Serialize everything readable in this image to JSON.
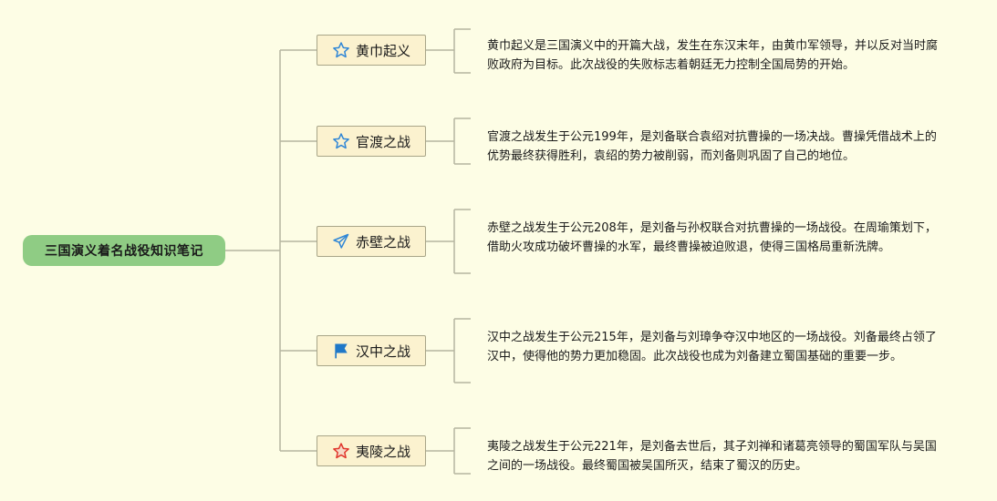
{
  "root": {
    "title": "三国演义着名战役知识笔记"
  },
  "branches": [
    {
      "label": "黄巾起义",
      "icon": "star-outline-icon",
      "text": "黄巾起义是三国演义中的开篇大战，发生在东汉末年，由黄巾军领导，并以反对当时腐败政府为目标。此次战役的失败标志着朝廷无力控制全国局势的开始。"
    },
    {
      "label": "官渡之战",
      "icon": "star-outline-icon",
      "text": "官渡之战发生于公元199年，是刘备联合袁绍对抗曹操的一场决战。曹操凭借战术上的优势最终获得胜利，袁绍的势力被削弱，而刘备则巩固了自己的地位。"
    },
    {
      "label": "赤壁之战",
      "icon": "paper-plane-icon",
      "text": "赤壁之战发生于公元208年，是刘备与孙权联合对抗曹操的一场战役。在周瑜策划下，借助火攻成功破坏曹操的水军，最终曹操被迫败退，使得三国格局重新洗牌。"
    },
    {
      "label": "汉中之战",
      "icon": "flag-icon",
      "text": "汉中之战发生于公元215年，是刘备与刘璋争夺汉中地区的一场战役。刘备最终占领了汉中，使得他的势力更加稳固。此次战役也成为刘备建立蜀国基础的重要一步。"
    },
    {
      "label": "夷陵之战",
      "icon": "star-red-icon",
      "text": "夷陵之战发生于公元221年，是刘备去世后，其子刘禅和诸葛亮领导的蜀国军队与吴国之间的一场战役。最终蜀国被吴国所灭，结束了蜀汉的历史。"
    }
  ],
  "colors": {
    "background": "#fdfde5",
    "root": "#8fcc84",
    "branch": "#fbf2cf",
    "line": "#b5b5a0"
  }
}
